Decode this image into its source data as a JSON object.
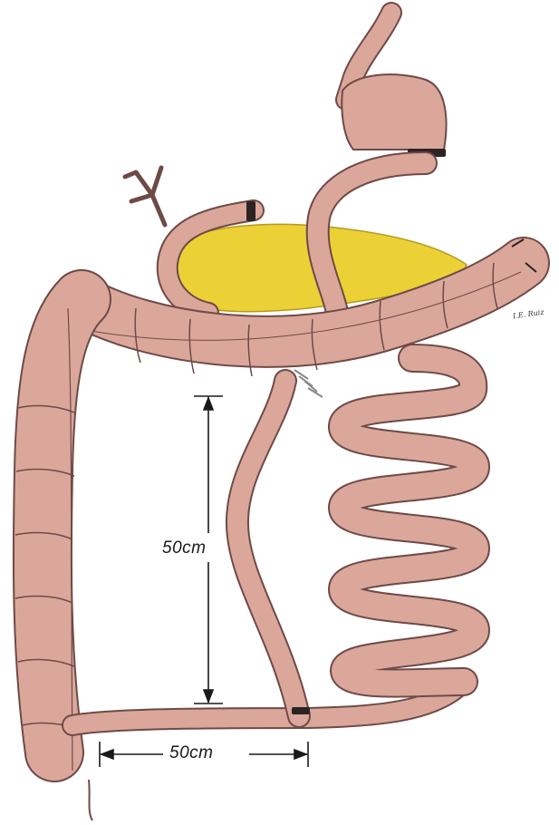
{
  "diagram": {
    "labels": {
      "vertical_length": "50cm",
      "horizontal_length": "50cm"
    },
    "signature": "I.E. Ruiz",
    "colors": {
      "bowel_fill": "#dba79b",
      "bowel_outline": "#6e4a47",
      "pancreas_fill": "#ecd136",
      "pancreas_outline": "#b49a1c",
      "staple": "#2b2422",
      "dimension_line": "#1a1a1a"
    }
  }
}
